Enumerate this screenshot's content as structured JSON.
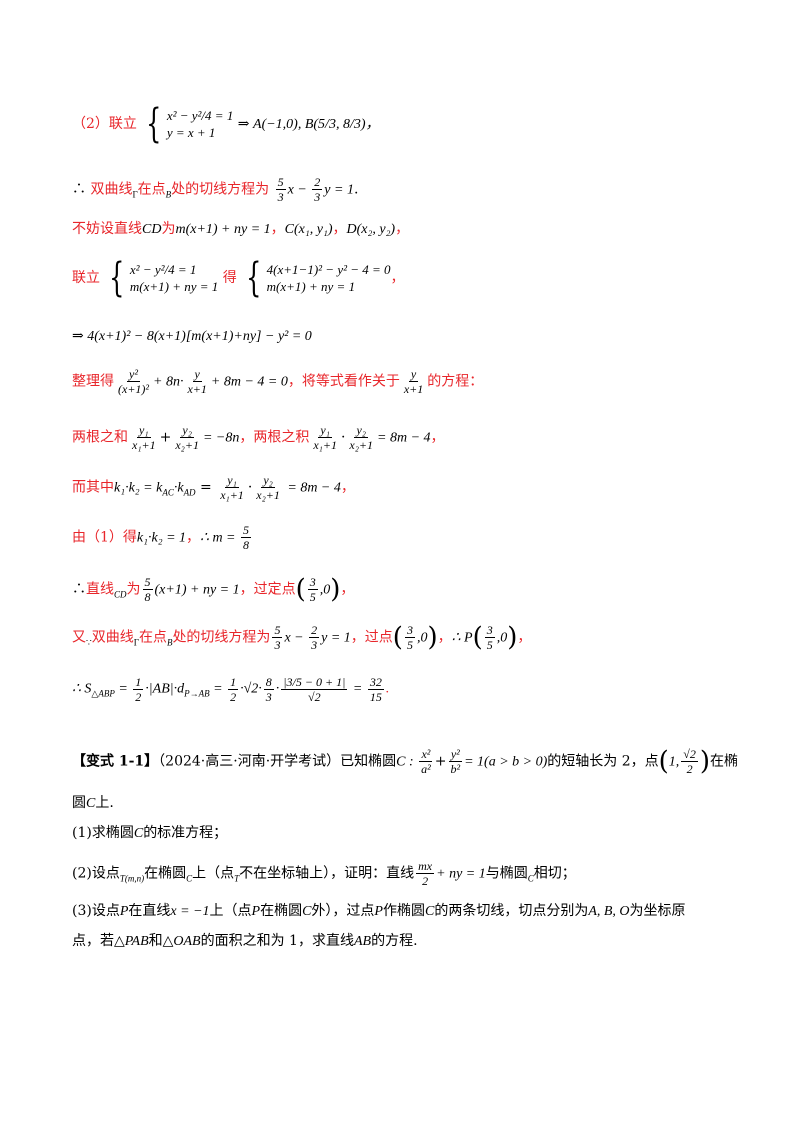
{
  "l1": {
    "prefix": "（2）联立",
    "r1": "x² − y²/4 = 1",
    "r2": "y = x + 1",
    "res": "⇒ A(−1,0), B(5/3, 8/3)，"
  },
  "l2": {
    "a": "∴",
    "b": "双曲线",
    "c": "Γ",
    "d": "在点",
    "e": "B",
    "f": "处的切线方程为",
    "g": "x − ",
    "h": "y = 1",
    "i": "."
  },
  "l3": {
    "a": "不妨设直线",
    "b": "CD",
    "c": "为",
    "d": "m(x+1) + ny = 1",
    "e": "，",
    "f": "C(x₁, y₁)",
    "g": "，",
    "h": "D(x₂, y₂)",
    "i": "，"
  },
  "l4": {
    "a": "联立",
    "r1": "x² − y²/4 = 1",
    "r2": "m(x+1) + ny = 1",
    "b": "得",
    "r3": "4(x+1−1)² − y² − 4 = 0",
    "r4": "m(x+1) + ny = 1",
    "c": "，"
  },
  "l5": {
    "a": "⇒ 4(x+1)² − 8(x+1)[m(x+1)+ny] − y² = 0"
  },
  "l6": {
    "a": "整理得",
    "b": "+ 8n·",
    "c": "+ 8m − 4 = 0",
    "d": "，将等式看作关于",
    "e": "的方程："
  },
  "l7": {
    "a": "两根之和",
    "b": "+",
    "c": "= −8n",
    "d": "，两根之积",
    "e": "·",
    "f": "= 8m − 4",
    "g": "，"
  },
  "l8": {
    "a": "而其中",
    "b": "k₁·k₂ = k",
    "c": "AC",
    "d": "·k",
    "e": "AD",
    "f": " = ",
    "g": "·",
    "h": " = 8m − 4",
    "i": "，"
  },
  "l9": {
    "a": "由（1）得",
    "b": "k₁·k₂ = 1",
    "c": "，",
    "d": "∴ m = "
  },
  "l10": {
    "a": "∴",
    "b": "直线",
    "c": "CD",
    "d": "为",
    "e": "(x+1) + ny = 1",
    "f": "，过定点",
    "g": "，"
  },
  "l11": {
    "a": "又",
    "b": "∵",
    "c": "双曲线",
    "d": "Γ",
    "e": "在点",
    "f": "B",
    "g": "处的切线方程为",
    "h": "x − ",
    "i": "y = 1",
    "j": "，过点",
    "k": "，",
    "l": "∴ P",
    "m": "，"
  },
  "l12": {
    "a": "∴ S",
    "b": "△ABP",
    "c": " = ",
    "d": "·|AB|·d",
    "e": "P→AB",
    "f": " = ",
    "g": "·√2·",
    "h": "·",
    "i": " = ",
    "j": "."
  },
  "l13": {
    "a": "【变式 1-1】",
    "b": "（2024·高三·河南·开学考试）已知椭圆",
    "c": "C : ",
    "d": "+",
    "e": "= 1(a > b > 0)",
    "f": "的短轴长为 2，点",
    "g": "在椭"
  },
  "l14": {
    "a": "圆",
    "b": "C",
    "c": "上."
  },
  "l15": {
    "a": "(1)求椭圆",
    "b": "C",
    "c": "的标准方程；"
  },
  "l16": {
    "a": "(2)设点",
    "b": "T(m,n)",
    "c": "在椭圆",
    "d": "C",
    "e": "上（点",
    "f": "T",
    "g": "不在坐标轴上），证明：直线",
    "h": "+ ny = 1",
    "i": "与椭圆",
    "j": "C",
    "k": "相切；"
  },
  "l17": {
    "a": "(3)设点",
    "b": "P",
    "c": "在直线",
    "d": "x = −1",
    "e": "上（点",
    "f": "P",
    "g": "在椭圆",
    "h": "C",
    "i": "外），过点",
    "j": "P",
    "k": "作椭圆",
    "l": "C",
    "m": "的两条切线，切点分别为",
    "n": "A, B, O",
    "o": "为坐标原"
  },
  "l18": {
    "a": "点，若",
    "b": "△PAB",
    "c": "和",
    "d": "△OAB",
    "e": "的面积之和为 1，求直线",
    "f": "AB",
    "g": "的方程."
  },
  "fr": {
    "b53": [
      "5",
      "3"
    ],
    "b83": [
      "8",
      "3"
    ],
    "t53": [
      "5",
      "3"
    ],
    "t23": [
      "2",
      "3"
    ],
    "l6a": [
      "y²",
      "(x+1)²"
    ],
    "l6b": [
      "y",
      "x+1"
    ],
    "l6c": [
      "y",
      "x+1"
    ],
    "l7a": [
      "y₁",
      "x₁+1"
    ],
    "l7b": [
      "y₂",
      "x₂+1"
    ],
    "l7c": [
      "y₁",
      "x₁+1"
    ],
    "l7d": [
      "y₂",
      "x₂+1"
    ],
    "l8a": [
      "y₁",
      "x₁+1"
    ],
    "l8b": [
      "y₂",
      "x₂+1"
    ],
    "m58": [
      "5",
      "8"
    ],
    "l10a": [
      "5",
      "8"
    ],
    "l10p": [
      "3",
      "5"
    ],
    "l11a": [
      "5",
      "3"
    ],
    "l11b": [
      "2",
      "3"
    ],
    "l11p": [
      "3",
      "5"
    ],
    "l11q": [
      "3",
      "5"
    ],
    "l12a": [
      "1",
      "2"
    ],
    "l12b": [
      "1",
      "2"
    ],
    "l12c": [
      "8",
      "3"
    ],
    "l12d": [
      "|3/5 − 0 + 1|",
      "√2"
    ],
    "l12e": [
      "32",
      "15"
    ],
    "l13a": [
      "x²",
      "a²"
    ],
    "l13b": [
      "y²",
      "b²"
    ],
    "l13p": [
      "√2",
      "2"
    ],
    "l16a": [
      "mx",
      "2"
    ]
  }
}
